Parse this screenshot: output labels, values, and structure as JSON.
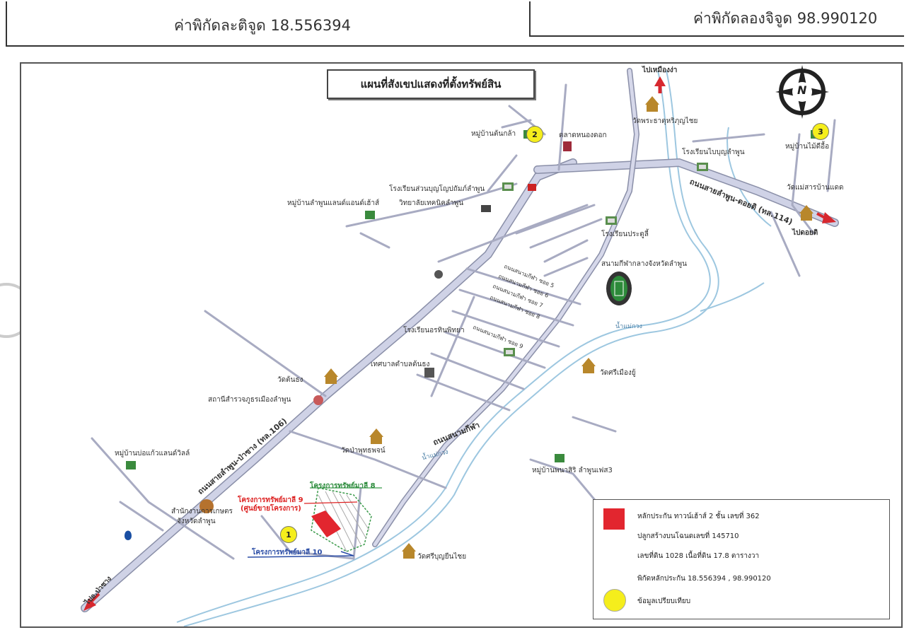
{
  "header": {
    "latitude_label": "ค่าพิกัดละติจูด 18.556394",
    "longitude_label": "ค่าพิกัดลองจิจูด 98.990120"
  },
  "map": {
    "title": "แผนที่สังเขปแสดงที่ตั้งทรัพย์สิน",
    "compass": "N",
    "places": {
      "to_mueang_nga": "ไปเหมืองง่า",
      "wat_phra_that": "วัดพระธาตุหริภุญไชย",
      "ban_ton_kla": "หมู่บ้านต้นกล้า",
      "talat_nong_dok": "ตลาดหนองดอก",
      "ban_mai_pen_sue": "หมู่บ้านไม้ดีอื้อ",
      "rongrian_bunyawat": "โรงเรียนไบบุญลำพูน",
      "rongrian_suan_bunyo": "โรงเรียนส่วนบุญโญปถัมภ์ลำพูน",
      "ban_lamphun_land": "หมู่บ้านลำพูนแลนด์แอนด์เฮ้าส์",
      "college": "วิทยาลัยเทคนิคลำพูน",
      "wat_mae_san": "วัดแม่สารบ้านแดด",
      "to_doi_ti": "ไปดอยติ",
      "rongrian_pratu_li": "โรงเรียนประตูลี้",
      "stadium": "สนามกีฬากลางจังหวัดลำพูน",
      "river_kuang_1": "น้ำแม่กวง",
      "rongrian_anuban": "โรงเรียนอรทินพิทยา",
      "tessaban": "เทศบาลตำบลต้นธง",
      "wat_si_mueang": "วัดศรีเมืองยู้",
      "wat_ton_thong": "วัดต้นธง",
      "station_rubber": "สถานีสำรวจภูธรเมืองลำพูน",
      "ban_bo_kaew": "หมู่บ้านบ่อแก้วแลนด์วิลล์",
      "wat_pa_phutthaphon": "วัดป่าพุทธพจน์",
      "ban_phrasiri": "หมู่บ้านพนาสิริ ลำพูนเฟส3",
      "river_kuang_2": "น้ำแม่กวง",
      "office_agri": "สำนักงานการเกษตร",
      "office_agri_2": "จังหวัดลำพูน",
      "wat_si_bunruang": "วัดศรีบุญยืนไชย",
      "to_pa_sang": "ไปอ.ป่าซาง",
      "project_8": "โครงการทรัพย์มาลี 8",
      "project_9_a": "โครงการทรัพย์มาลี 9",
      "project_9_b": "(ศูนย์ขายโครงการ)",
      "project_10": "โครงการทรัพย์มาลี 10"
    },
    "roads": {
      "lamphun_doi_ti": "ถนนสายลำพูน-ดอยติ (ทล.114)",
      "lamphun_pa_sang": "ถนนสายลำพูน-ป่าซาง (ทล.106)",
      "sanam_kila": "ถนนสนามกีฬา",
      "soi_5": "ถนนสนามกีฬา ซอย 5",
      "soi_6": "ถนนสนามกีฬา ซอย 6",
      "soi_7": "ถนนสนามกีฬา ซอย 7",
      "soi_8": "ถนนสนามกีฬา ซอย 8",
      "soi_9": "ถนนสนามกีฬา ซอย 9"
    },
    "markers": [
      "1",
      "2",
      "3"
    ],
    "legend": {
      "line1": "หลักประกัน  ทาวน์เฮ้าส์ 2 ชั้น เลขที่ 362",
      "line2": "ปลูกสร้างบนโฉนดเลขที่  145710",
      "line3": "เลขที่ดิน 1028  เนื้อที่ดิน 17.8 ตารางวา",
      "line4": "พิกัดหลักประกัน  18.556394 , 98.990120",
      "line5": "ข้อมูลเปรียบเทียบ"
    },
    "colors": {
      "road": "#cfd2e6",
      "road_edge": "#8a8fa8",
      "river": "#9dc7e0",
      "collateral": "#e2262f",
      "comparable": "#f5ee1c",
      "arrow": "#d7282f"
    }
  }
}
